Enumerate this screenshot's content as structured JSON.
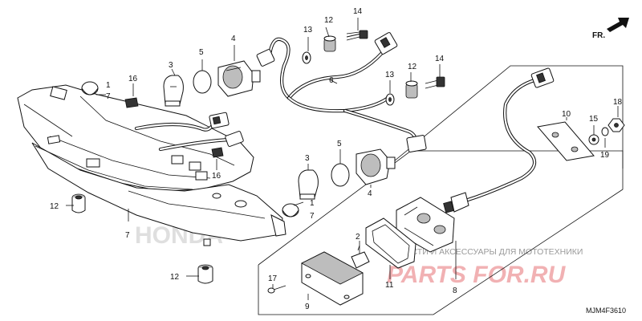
{
  "diagram": {
    "direction_label": "FR.",
    "diagram_code": "MJM4F3610",
    "watermark": {
      "brand": "PARTS FOR.RU",
      "tagline": "ЗАПЧАСТИ И АКСЕССУАРЫ ДЛЯ МОТОТЕХНИКИ"
    },
    "callouts": {
      "c1a": "1",
      "c1b": "1",
      "c2": "2",
      "c3a": "3",
      "c3b": "3",
      "c4a": "4",
      "c4b": "4",
      "c5a": "5",
      "c5b": "5",
      "c6": "6",
      "c7a": "7",
      "c7b": "7",
      "c7c": "7",
      "c8": "8",
      "c9": "9",
      "c10": "10",
      "c11": "11",
      "c12a": "12",
      "c12b": "12",
      "c12c": "12",
      "c12d": "12",
      "c13a": "13",
      "c13b": "13",
      "c14a": "14",
      "c14b": "14",
      "c15": "15",
      "c16a": "16",
      "c16b": "16",
      "c17": "17",
      "c18": "18",
      "c19": "19"
    }
  }
}
